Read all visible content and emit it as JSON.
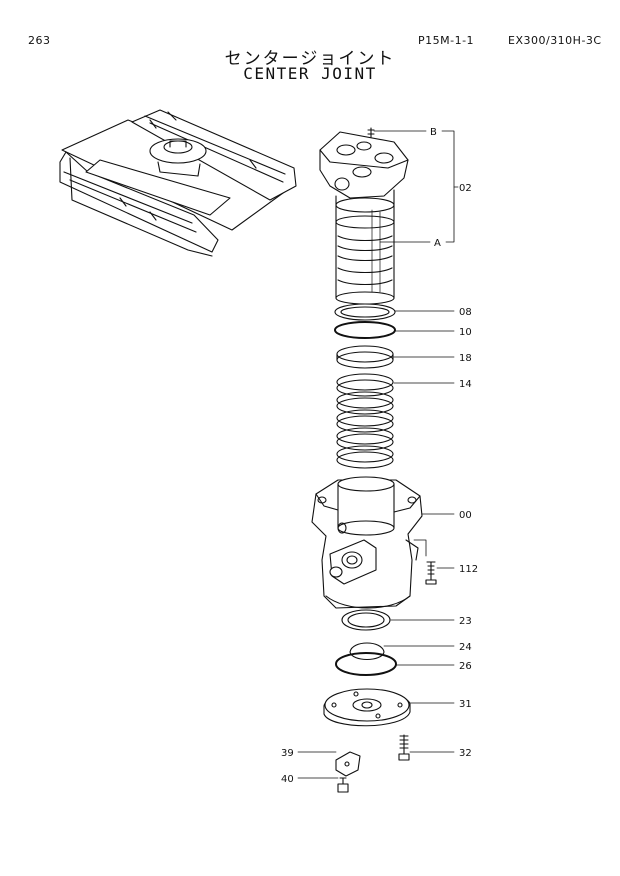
{
  "header": {
    "page_number": "263",
    "part_code": "P15M-1-1",
    "model": "EX300/310H-3C",
    "title_jp": "センタージョイント",
    "title_en": "CENTER JOINT"
  },
  "callouts": {
    "B": "B",
    "02": "02",
    "A": "A",
    "08": "08",
    "10": "10",
    "18": "18",
    "14": "14",
    "00": "00",
    "112": "112",
    "23": "23",
    "24": "24",
    "26": "26",
    "31": "31",
    "39": "39",
    "32": "32",
    "40": "40"
  }
}
